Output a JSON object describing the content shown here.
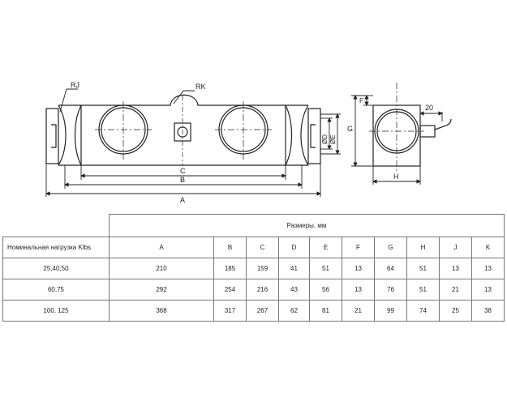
{
  "drawing": {
    "labels": {
      "rj": "RJ",
      "rk": "RK",
      "c": "C",
      "b": "B",
      "a": "A",
      "phi_d": "ØD",
      "phi_e": "ØE",
      "f": "F",
      "g": "G",
      "h": "H",
      "k20": "20"
    }
  },
  "table": {
    "group_header": "Размеры, мм",
    "row_header": "Номинальная нагрузка Klbs",
    "columns": [
      "A",
      "B",
      "C",
      "D",
      "E",
      "F",
      "G",
      "H",
      "J",
      "K"
    ],
    "rows": [
      {
        "label": "25,40,50",
        "values": [
          "210",
          "185",
          "159",
          "41",
          "51",
          "13",
          "64",
          "51",
          "13",
          "13"
        ]
      },
      {
        "label": "60,75",
        "values": [
          "292",
          "254",
          "216",
          "43",
          "56",
          "13",
          "76",
          "51",
          "21",
          "13"
        ]
      },
      {
        "label": "100, 125",
        "values": [
          "368",
          "317",
          "267",
          "62",
          "81",
          "21",
          "99",
          "74",
          "25",
          "38"
        ]
      }
    ]
  }
}
